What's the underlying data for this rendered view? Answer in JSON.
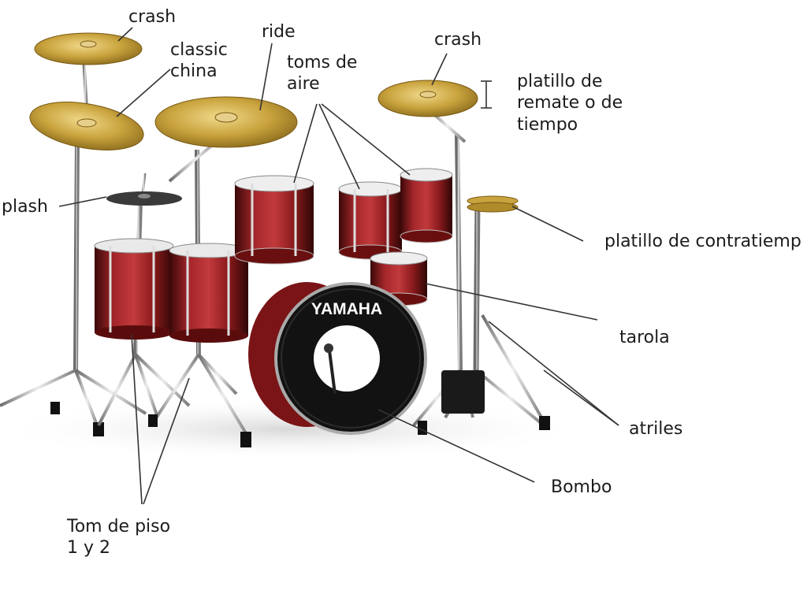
{
  "labels": {
    "crash_left": "crash",
    "classic_china": "classic\nchina",
    "ride": "ride",
    "toms_de_aire": "toms de\naire",
    "crash_right": "crash",
    "platillo_remate": "platillo de\nremate o de\ntiempo",
    "splash": "plash",
    "platillo_contratiempo": "platillo de contratiemp",
    "tarola": "tarola",
    "atriles": "atriles",
    "bombo": "Bombo",
    "tom_de_piso": "Tom de piso\n1 y 2"
  },
  "brand": "YAMAHA",
  "colors": {
    "shell_red": "#8e1b1d",
    "shell_dark": "#3a0a0a",
    "cymbal_gold": "#c8a43c",
    "chrome": "#9a9a9a",
    "bass_head": "#121212"
  }
}
